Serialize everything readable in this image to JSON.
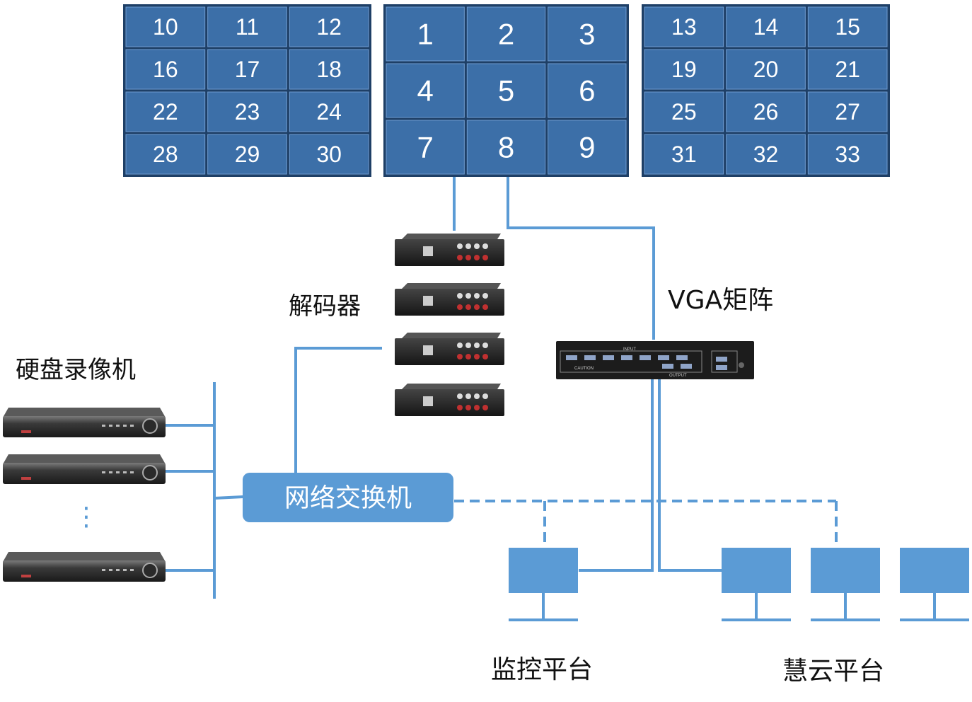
{
  "video_wall": {
    "left": [
      "10",
      "11",
      "12",
      "16",
      "17",
      "18",
      "22",
      "23",
      "24",
      "28",
      "29",
      "30"
    ],
    "center": [
      "1",
      "2",
      "3",
      "4",
      "5",
      "6",
      "7",
      "8",
      "9"
    ],
    "right": [
      "13",
      "14",
      "15",
      "19",
      "20",
      "21",
      "25",
      "26",
      "27",
      "31",
      "32",
      "33"
    ]
  },
  "labels": {
    "decoder": "解码器",
    "vga_matrix": "VGA矩阵",
    "dvr": "硬盘录像机",
    "switch": "网络交换机",
    "monitor_platform": "监控平台",
    "huiyun_platform": "慧云平台",
    "dvr_ellipsis": "⋮"
  },
  "colors": {
    "tile_fill": "#3c6fa8",
    "tile_border": "#1e3f66",
    "line": "#5b9bd5",
    "device_dark": "#2a2a2a"
  },
  "device_text": {
    "matrix_input": "INPUT",
    "matrix_output": "OUTPUT",
    "matrix_caution": "CAUTION"
  }
}
